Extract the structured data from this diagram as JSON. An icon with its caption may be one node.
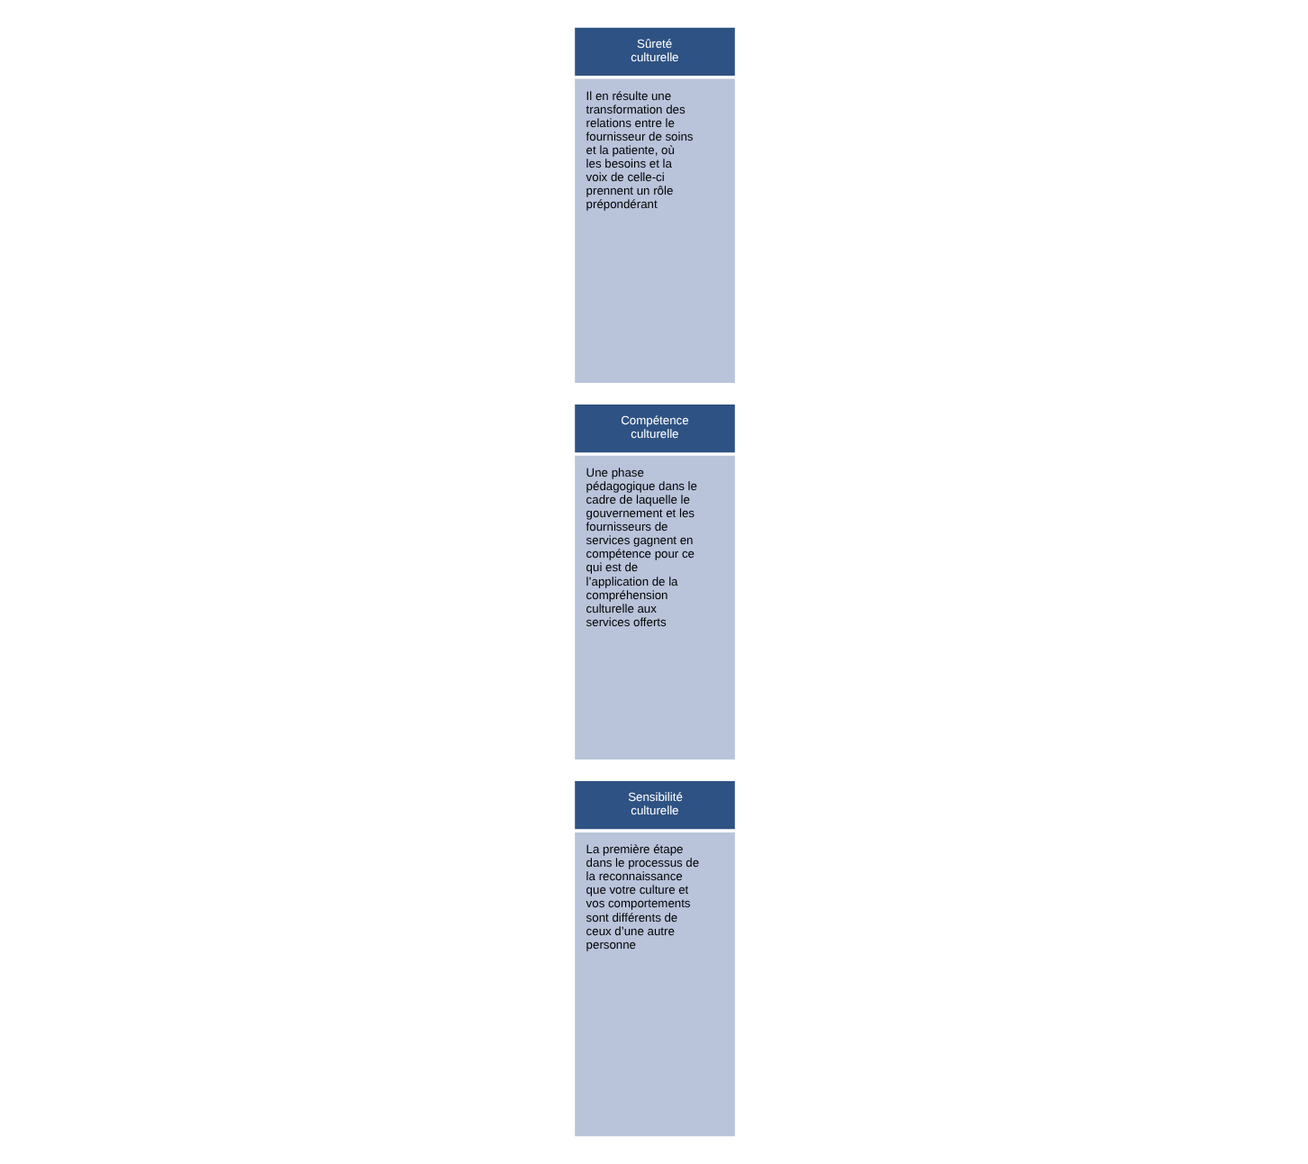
{
  "diagram": {
    "nodes": [
      {
        "text": [
          "Sensibilité culturelle",
          "La première étape dans le processus de la reconnaissance que votre culture et vos comportements sont différents de ceux d’une autre personne"
        ]
      },
      {
        "text": [
          "Compétence culturelle",
          "Une phase pédagogique dans le cadre de laquelle le gouvernement et les fournisseurs de services gagnent en compétence pour ce qui est de l’application de la compréhension culturelle aux services offerts"
        ]
      },
      {
        "text": [
          "Sûreté culturelle",
          "Il en résulte une transformation des relations entre le fournisseur de soins et la patiente, où les besoins et la voix de celle-ci prennent un rôle prépondérant"
        ]
      }
    ]
  }
}
